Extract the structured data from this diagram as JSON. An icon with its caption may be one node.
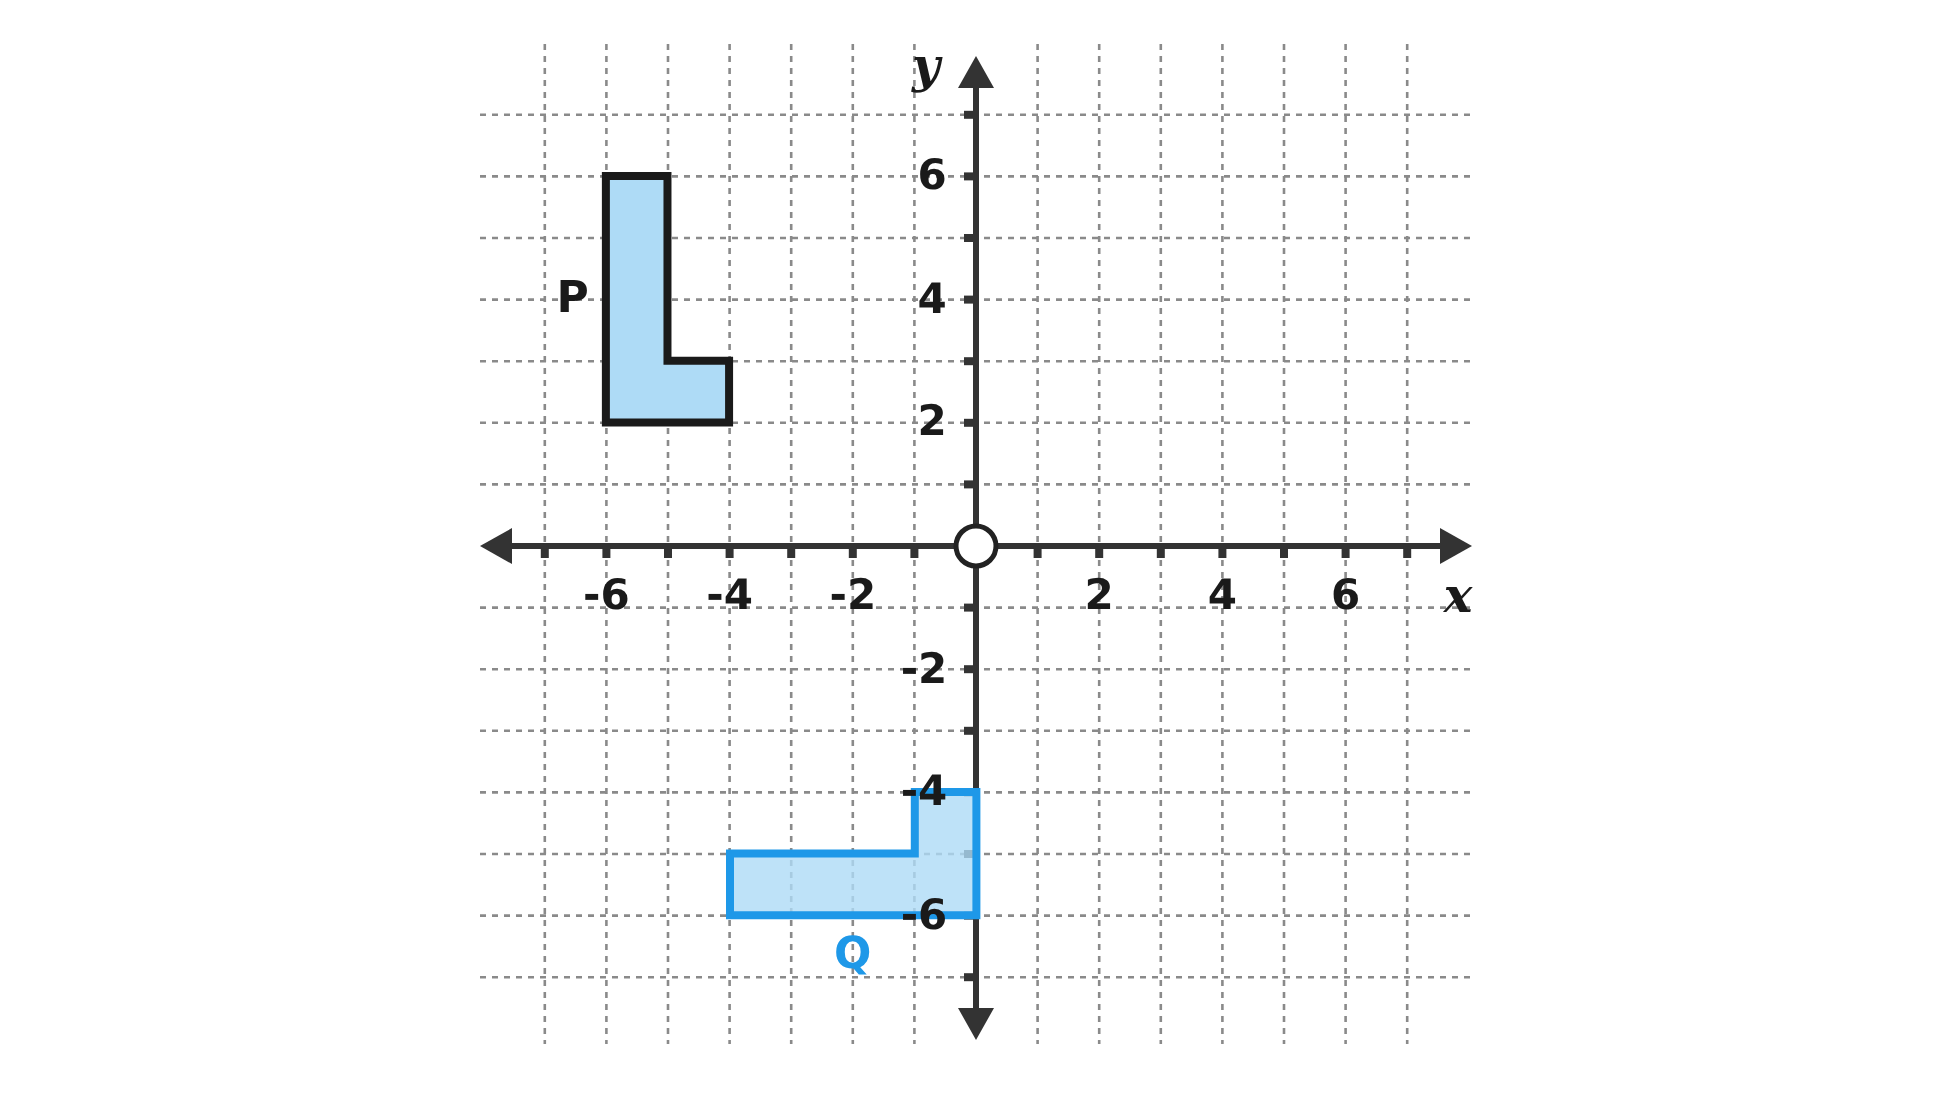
{
  "diagram": {
    "nodes": [
      {
        "text": [
          "P"
        ]
      },
      {
        "text": [
          "Q"
        ]
      }
    ],
    "labels": [
      "y",
      "6",
      "4",
      "2",
      "-6",
      "-4",
      "-2",
      "2",
      "4",
      "6",
      "x",
      "-2",
      "-4",
      "-6"
    ]
  }
}
